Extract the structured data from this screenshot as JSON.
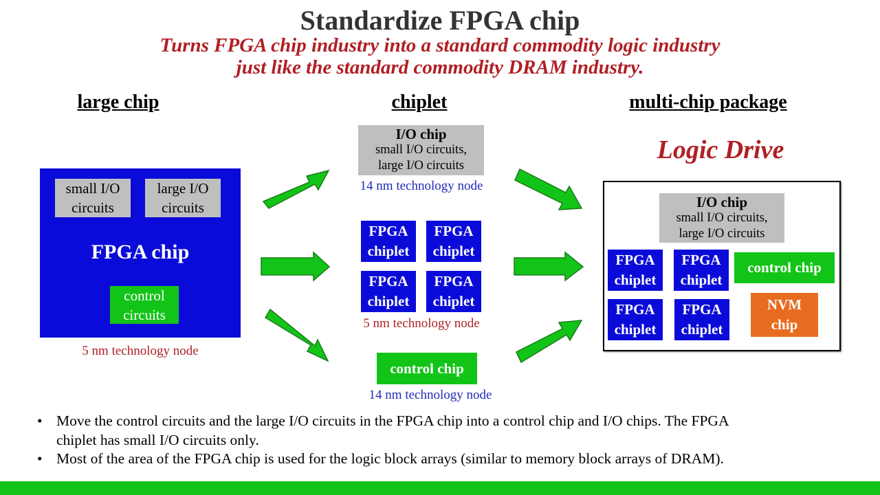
{
  "title": "Standardize FPGA chip",
  "subtitle": {
    "line1": "Turns FPGA chip industry into a standard commodity logic industry",
    "line2": "just like the standard commodity DRAM industry."
  },
  "columns": {
    "left": "large chip",
    "middle": "chiplet",
    "right": "multi-chip package"
  },
  "large_chip": {
    "small_io": [
      "small I/O",
      "circuits"
    ],
    "large_io": [
      "large I/O",
      "circuits"
    ],
    "fpga_label": "FPGA chip",
    "control": [
      "control",
      "circuits"
    ],
    "node": "5 nm technology  node"
  },
  "chiplet": {
    "io_chip": {
      "title": "I/O chip",
      "line1": "small I/O circuits,",
      "line2": "large I/O circuits"
    },
    "io_node": "14 nm technology  node",
    "fpga_chiplets": [
      [
        "FPGA",
        "chiplet"
      ],
      [
        "FPGA",
        "chiplet"
      ],
      [
        "FPGA",
        "chiplet"
      ],
      [
        "FPGA",
        "chiplet"
      ]
    ],
    "fpga_node": "5 nm technology  node",
    "control_chip": "control chip",
    "control_node": "14 nm technology  node"
  },
  "package": {
    "name": "Logic Drive",
    "io_chip": {
      "title": "I/O chip",
      "line1": "small I/O circuits,",
      "line2": "large I/O circuits"
    },
    "fpga_chiplets": [
      [
        "FPGA",
        "chiplet"
      ],
      [
        "FPGA",
        "chiplet"
      ],
      [
        "FPGA",
        "chiplet"
      ],
      [
        "FPGA",
        "chiplet"
      ]
    ],
    "control_chip": "control chip",
    "nvm_chip": [
      "NVM",
      "chip"
    ]
  },
  "bullets": [
    {
      "line1": "Move the control circuits and the large I/O circuits in the FPGA chip into a control chip and I/O chips. The FPGA",
      "line2": "chiplet has small I/O circuits only."
    },
    {
      "line1": "Most of the area of the FPGA chip is used for the logic block arrays (similar to memory block arrays of DRAM).",
      "line2": ""
    }
  ],
  "bullet_symbol": "•",
  "colors": {
    "title": "#333333",
    "subtitle": "#b01f24",
    "fpga_blue": "#0b0bd9",
    "green": "#12c417",
    "gray": "#bfbfbf",
    "nvm_orange": "#e86c1f",
    "node_red": "#b01f24",
    "node_blue": "#1f2bb8",
    "footer_bar": "#12c417"
  }
}
